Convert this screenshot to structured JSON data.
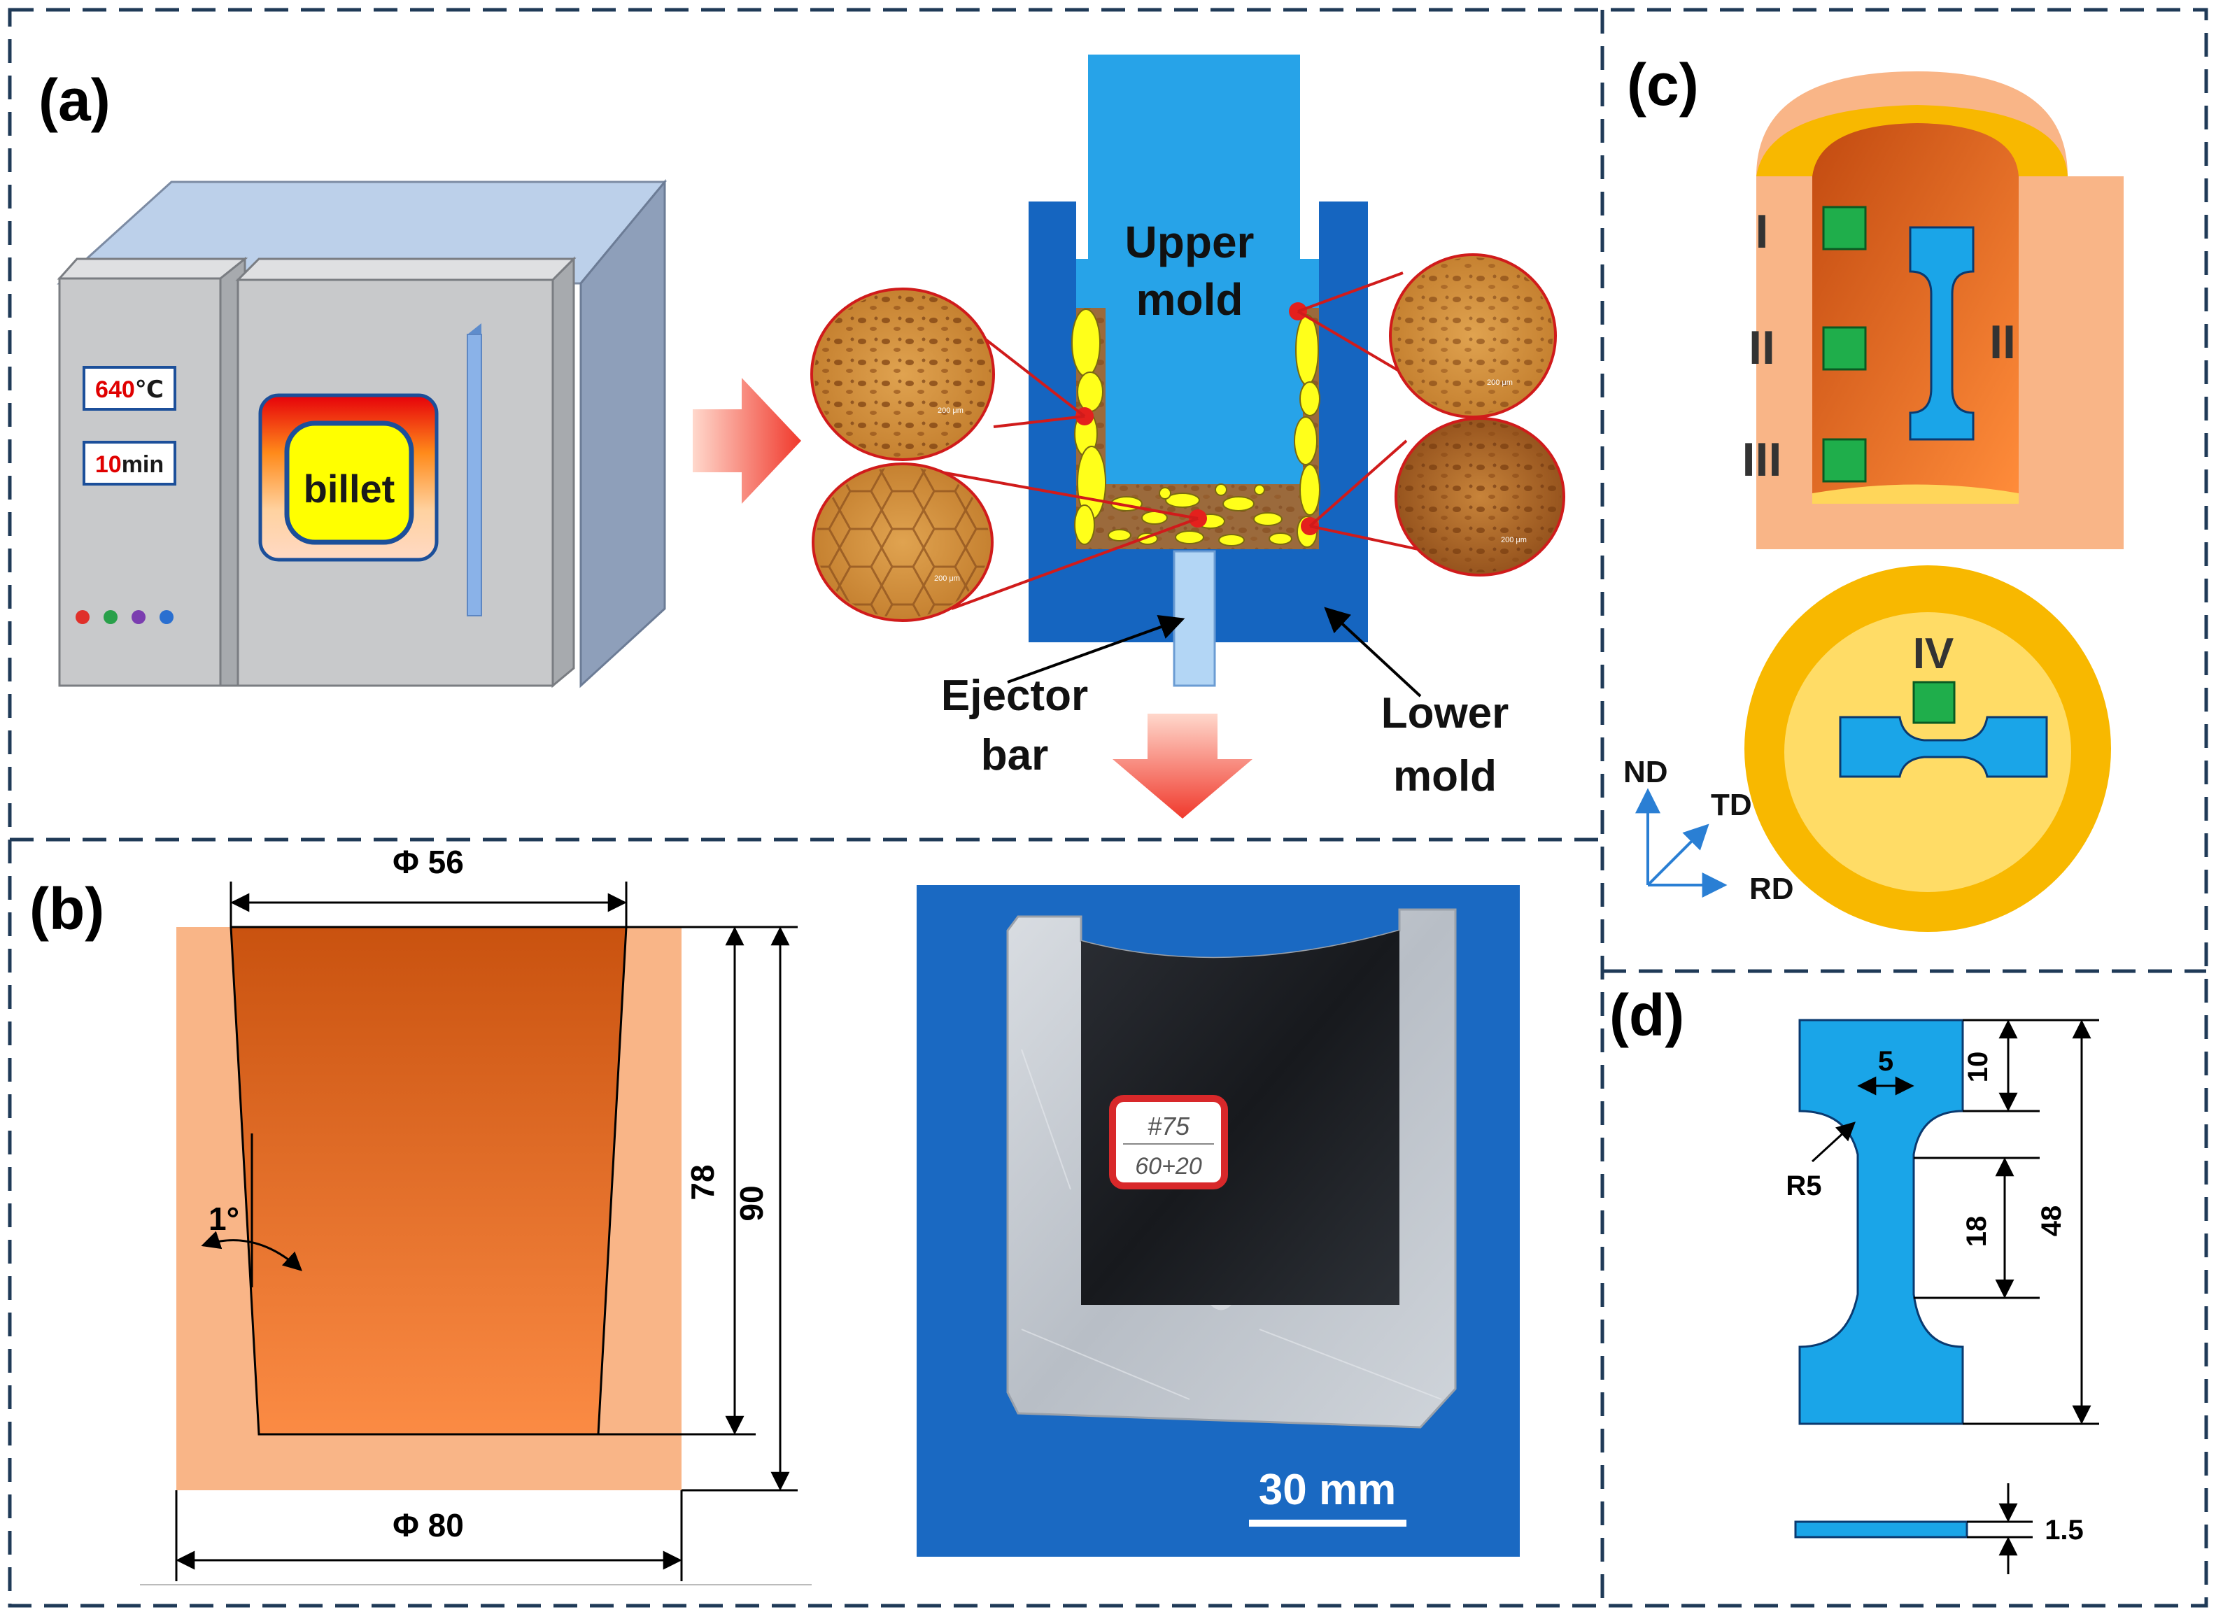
{
  "panels": {
    "a": "(a)",
    "b": "(b)",
    "c": "(c)",
    "d": "(d)"
  },
  "furnace": {
    "temp_value": "640",
    "temp_unit": "℃",
    "time_value": "10",
    "time_unit": "min",
    "billet": "billet"
  },
  "mold": {
    "upper_line1": "Upper",
    "upper_line2": "mold",
    "ejector_line1": "Ejector",
    "ejector_line2": "bar",
    "lower_line1": "Lower",
    "lower_line2": "mold",
    "scale_text": "200 μm"
  },
  "drawing_b": {
    "top_dia": "Φ 56",
    "bottom_dia": "Φ 80",
    "angle": "1°",
    "depth_inner": "78",
    "depth_outer": "90"
  },
  "photo": {
    "label_line1": "#75",
    "label_line2": "60+20",
    "scale": "30 mm"
  },
  "sampling_c": {
    "pos1": "I",
    "pos2": "II",
    "pos3": "III",
    "pos_tensile": "II",
    "pos4": "IV",
    "axis_nd": "ND",
    "axis_td": "TD",
    "axis_rd": "RD"
  },
  "specimen_d": {
    "width": "5",
    "grip": "10",
    "gauge": "18",
    "total": "48",
    "radius": "R5",
    "thickness": "1.5"
  },
  "colors": {
    "frame": "#1f3a57",
    "furnace_front": "#c8c9cb",
    "furnace_top": "#bcd0ea",
    "furnace_side": "#8e9fba",
    "mold_dark": "#1565c0",
    "mold_light": "#27a3e8",
    "billet_yellow": "#ffff00",
    "arrow_red": "#f03a30",
    "cup_outer": "#f9b587",
    "cup_inner": "#d3631c",
    "specimen_blue": "#1aa5e8",
    "sample_green": "#1fae4b",
    "rim_gold": "#f8b800"
  }
}
